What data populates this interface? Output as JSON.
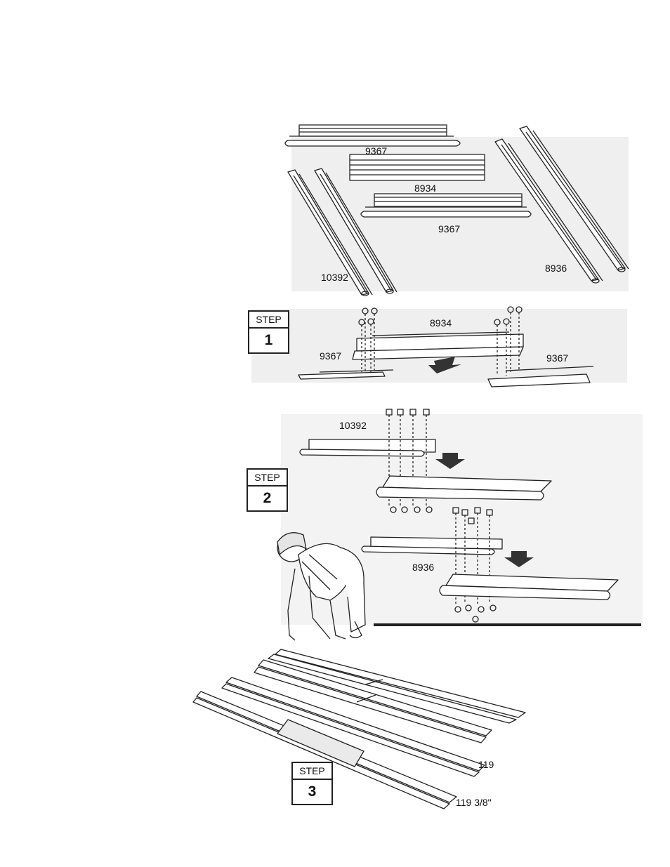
{
  "labels": {
    "p9367_top": "9367",
    "p8934_top": "8934",
    "p9367_mid": "9367",
    "p10392_top": "10392",
    "p8936_top": "8936",
    "s1_8934": "8934",
    "s1_9367_left": "9367",
    "s1_9367_right": "9367",
    "s2_10392": "10392",
    "s2_8936": "8936",
    "s3_119": "119",
    "s3_119_38": "119 3/8\""
  },
  "steps": [
    {
      "title": "STEP",
      "number": "1"
    },
    {
      "title": "STEP",
      "number": "2"
    },
    {
      "title": "STEP",
      "number": "3"
    }
  ],
  "colors": {
    "ink": "#222222",
    "shade": "#e8e8e8",
    "arrow": "#333333"
  }
}
